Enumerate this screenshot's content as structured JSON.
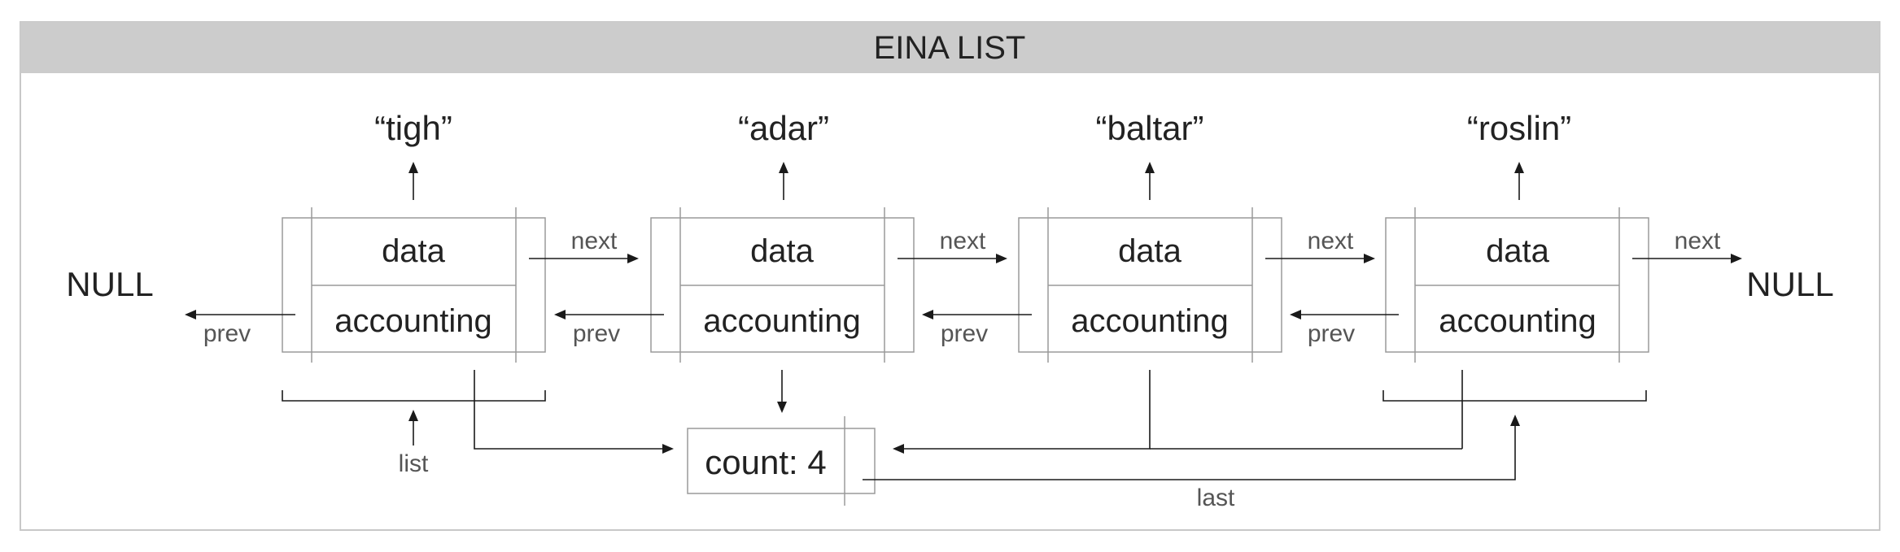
{
  "title": "EINA LIST",
  "null_label": "NULL",
  "node_fields": {
    "data": "data",
    "accounting": "accounting"
  },
  "pointer_labels": {
    "next": "next",
    "prev": "prev",
    "list": "list",
    "last": "last"
  },
  "nodes": [
    {
      "value": "“tigh”"
    },
    {
      "value": "“adar”"
    },
    {
      "value": "“baltar”"
    },
    {
      "value": "“roslin”"
    }
  ],
  "count_box": {
    "label": "count: 4"
  }
}
